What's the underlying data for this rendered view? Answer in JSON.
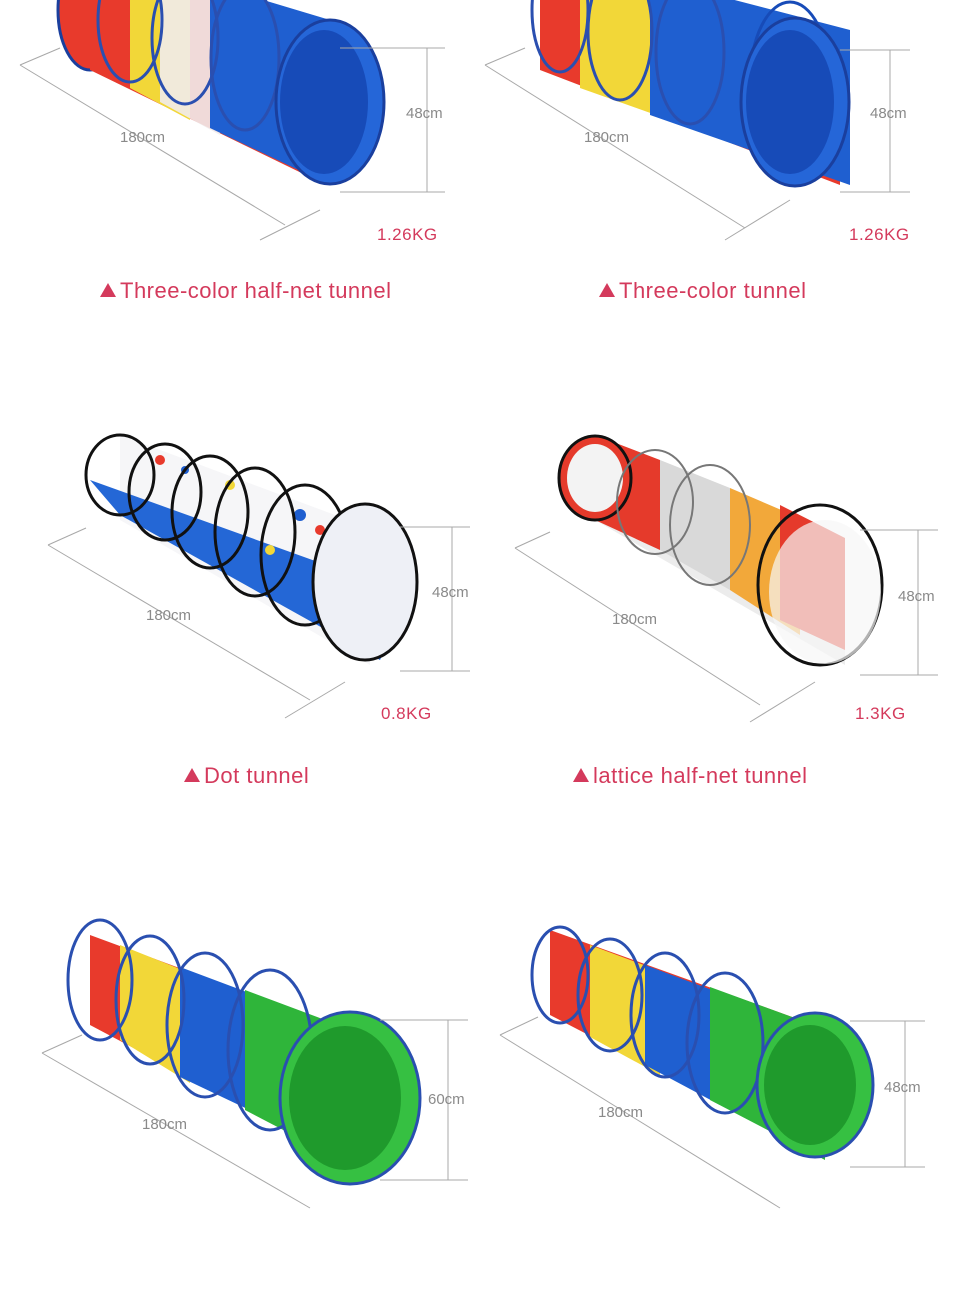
{
  "products": [
    {
      "name": "Three-color half-net tunnel",
      "length": "180cm",
      "height": "48cm",
      "weight": "1.26KG",
      "colors": [
        "#e83a2c",
        "#f2d738",
        "#f4f0f0",
        "#1f5fd0",
        "#1f5fd0",
        "#1f5fd0"
      ]
    },
    {
      "name": "Three-color tunnel",
      "length": "180cm",
      "height": "48cm",
      "weight": "1.26KG",
      "colors": [
        "#e83a2c",
        "#f2d738",
        "#f2d738",
        "#1f5fd0",
        "#1f5fd0",
        "#1f5fd0"
      ]
    },
    {
      "name": "Dot tunnel",
      "length": "180cm",
      "height": "48cm",
      "weight": "0.8KG",
      "colors": [
        "#f3f3f6",
        "#f3f3f6",
        "#f3f3f6",
        "#f3f3f6",
        "#f3f3f6",
        "#f3f3f6"
      ]
    },
    {
      "name": "lattice half-net tunnel",
      "length": "180cm",
      "height": "48cm",
      "weight": "1.3KG",
      "colors": [
        "#e53a2b",
        "#d9d9d9",
        "#ececec",
        "#f2a83a",
        "#e53a2b",
        "#f0f0f0"
      ]
    },
    {
      "name": "",
      "length": "180cm",
      "height": "60cm",
      "weight": "",
      "colors": [
        "#e83a2c",
        "#f2d738",
        "#1f5fd0",
        "#2fb53a",
        "#2fb53a",
        "#2fb53a"
      ]
    },
    {
      "name": "",
      "length": "180cm",
      "height": "48cm",
      "weight": "",
      "colors": [
        "#e83a2c",
        "#e83a2c",
        "#f2d738",
        "#1f5fd0",
        "#2fb53a",
        "#2fb53a"
      ]
    }
  ],
  "accent_color": "#d43a5c"
}
